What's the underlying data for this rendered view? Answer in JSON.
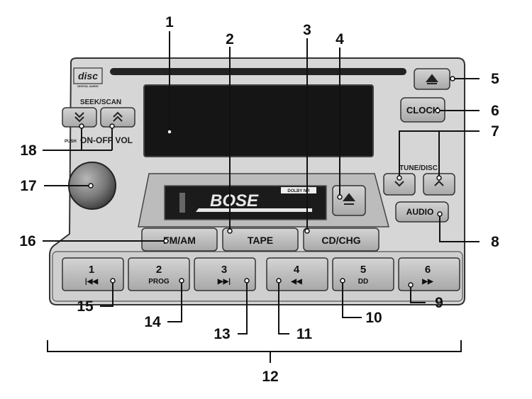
{
  "callouts": [
    "1",
    "2",
    "3",
    "4",
    "5",
    "6",
    "7",
    "8",
    "9",
    "10",
    "11",
    "12",
    "13",
    "14",
    "15",
    "16",
    "17",
    "18"
  ],
  "labels": {
    "seek_scan": "SEEK/SCAN",
    "push": "PUSH",
    "on_off_vol": "ON-OFF VOL",
    "clock": "CLOCK",
    "tune_disc": "TUNE/DISC",
    "audio": "AUDIO",
    "fm_am": "FM/AM",
    "tape": "TAPE",
    "cd_chg": "CD/CHG",
    "brand": "BOSE",
    "dolby": "DOLBY NR",
    "logo_text": "DIGITAL AUDIO"
  },
  "presets": [
    {
      "num": "1",
      "sub": "|◀◀"
    },
    {
      "num": "2",
      "sub": "PROG"
    },
    {
      "num": "3",
      "sub": "▶▶|"
    },
    {
      "num": "4",
      "sub": "◀◀"
    },
    {
      "num": "5",
      "sub": "DD"
    },
    {
      "num": "6",
      "sub": "▶▶"
    }
  ],
  "colors": {
    "panel": "#d7d7d7",
    "button": "#c2c2c2",
    "display": "#141414",
    "ink": "#111111"
  }
}
